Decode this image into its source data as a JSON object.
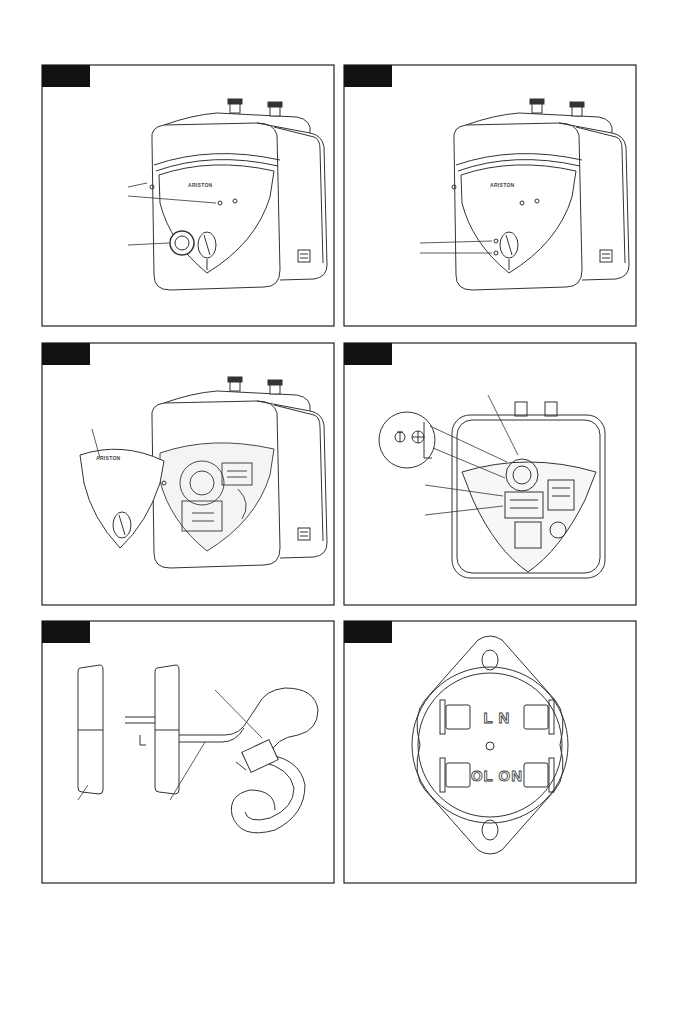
{
  "diagram": {
    "labels": [
      "ARISTON",
      "ARISTON",
      "ARISTON",
      "L N",
      "OL ON"
    ]
  }
}
